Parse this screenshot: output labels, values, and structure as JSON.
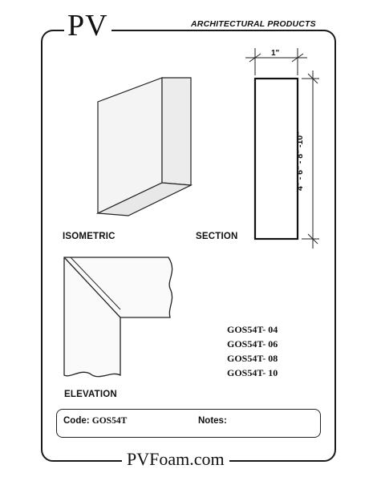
{
  "header": {
    "brand": "PV",
    "tagline": "ARCHITECTURAL PRODUCTS"
  },
  "views": {
    "isometric": "ISOMETRIC",
    "section": "SECTION",
    "elevation": "ELEVATION"
  },
  "dimensions": {
    "width": "1\"",
    "height": "4\" - 6\" - 8\" -10\""
  },
  "product_codes": [
    "GOS54T- 04",
    "GOS54T- 06",
    "GOS54T- 08",
    "GOS54T- 10"
  ],
  "info_box": {
    "code_label": "Code:",
    "code_value": "GOS54T",
    "notes_label": "Notes:"
  },
  "footer": {
    "website": "PVFoam.com"
  }
}
